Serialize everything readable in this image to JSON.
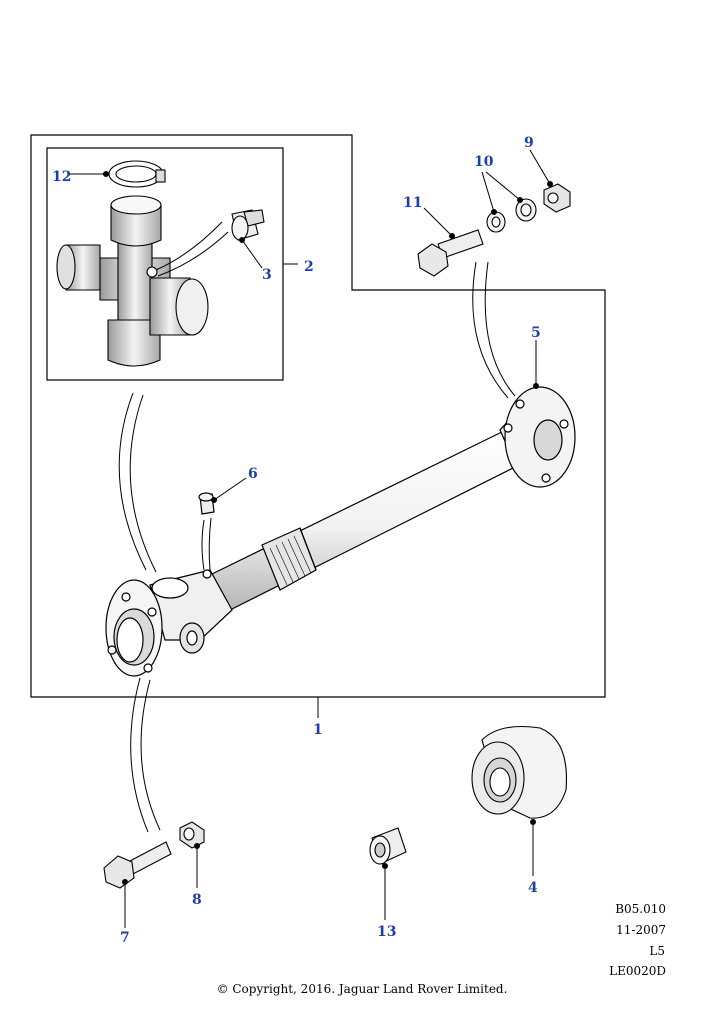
{
  "callouts": {
    "c1": "1",
    "c2": "2",
    "c3": "3",
    "c4": "4",
    "c5": "5",
    "c6": "6",
    "c7": "7",
    "c8": "8",
    "c9": "9",
    "c10": "10",
    "c11": "11",
    "c12": "12",
    "c13": "13"
  },
  "reference": {
    "code": "B05.010",
    "date": "11-2007",
    "level": "L5",
    "illustration": "LE0020D"
  },
  "copyright": "© Copyright, 2016. Jaguar Land Rover Limited.",
  "colors": {
    "callout": "#1f3fa8",
    "line": "#000000",
    "shade": "#d9d9d9"
  }
}
